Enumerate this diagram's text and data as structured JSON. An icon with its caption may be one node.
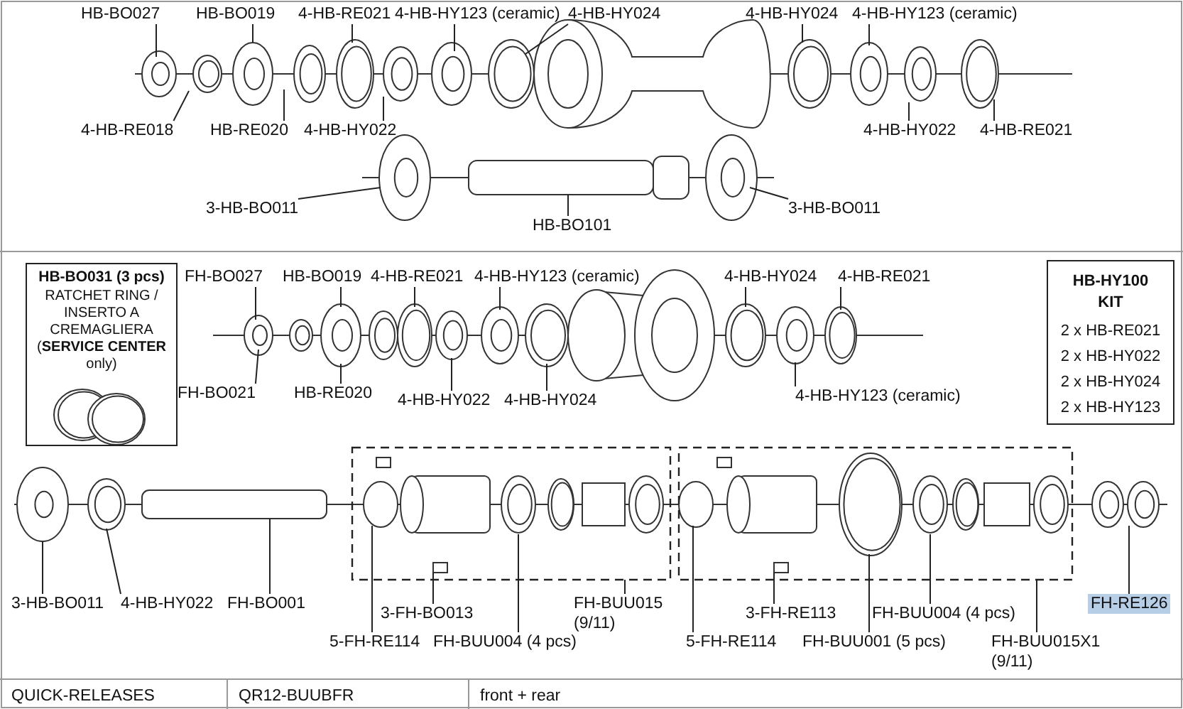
{
  "diagram": {
    "nodes": [
      {
        "text": [
          "HB-BO027"
        ]
      },
      {
        "text": [
          "HB-BO019"
        ]
      },
      {
        "text": [
          "4-HB-RE021"
        ]
      },
      {
        "text": [
          "4-HB-HY123 (ceramic)"
        ]
      },
      {
        "text": [
          "4-HB-HY024"
        ]
      },
      {
        "text": [
          "4-HB-HY024"
        ]
      },
      {
        "text": [
          "4-HB-HY123 (ceramic)"
        ]
      },
      {
        "text": [
          "4-HB-RE018"
        ]
      },
      {
        "text": [
          "HB-RE020"
        ]
      },
      {
        "text": [
          "4-HB-HY022"
        ]
      },
      {
        "text": [
          "4-HB-HY022"
        ]
      },
      {
        "text": [
          "4-HB-RE021"
        ]
      },
      {
        "text": [
          "3-HB-BO011"
        ]
      },
      {
        "text": [
          "HB-BO101"
        ]
      },
      {
        "text": [
          "3-HB-BO011"
        ]
      },
      {
        "text": [
          "HB-BO031 (3 pcs)",
          "RATCHET RING / INSERTO A CREMAGLIERA (**SERVICE CENTER** only)"
        ]
      },
      {
        "text": [
          "FH-BO027"
        ]
      },
      {
        "text": [
          "HB-BO019"
        ]
      },
      {
        "text": [
          "4-HB-RE021"
        ]
      },
      {
        "text": [
          "4-HB-HY123 (ceramic)"
        ]
      },
      {
        "text": [
          "4-HB-HY024"
        ]
      },
      {
        "text": [
          "4-HB-RE021"
        ]
      },
      {
        "text": [
          "FH-BO021"
        ]
      },
      {
        "text": [
          "HB-RE020"
        ]
      },
      {
        "text": [
          "4-HB-HY022"
        ]
      },
      {
        "text": [
          "4-HB-HY024"
        ]
      },
      {
        "text": [
          "4-HB-HY123 (ceramic)"
        ]
      },
      {
        "text": [
          "HB-HY100 KIT",
          "2 x HB-RE021",
          "2 x HB-HY022",
          "2 x HB-HY024",
          "2 x HB-HY123"
        ]
      },
      {
        "text": [],
        "shape": "box"
      },
      {
        "text": [],
        "shape": "box"
      },
      {
        "text": [
          "3-HB-BO011"
        ]
      },
      {
        "text": [
          "4-HB-HY022"
        ]
      },
      {
        "text": [
          "FH-BO001"
        ]
      },
      {
        "text": [
          "5-FH-RE114"
        ]
      },
      {
        "text": [
          "3-FH-BO013"
        ]
      },
      {
        "text": [
          "FH-BUU004 (4 pcs)"
        ]
      },
      {
        "text": [
          "FH-BUU015 (9/11)"
        ]
      },
      {
        "text": [
          "3-FH-RE113"
        ]
      },
      {
        "text": [
          "5-FH-RE114"
        ]
      },
      {
        "text": [
          "FH-BUU004 (4 pcs)"
        ]
      },
      {
        "text": [
          "FH-BUU001 (5 pcs)"
        ]
      },
      {
        "text": [
          "FH-BUU015X1 (9/11)"
        ]
      },
      {
        "text": [
          "FH-RE126"
        ]
      }
    ],
    "edges": [
      {
        "from": 0,
        "to": null,
        "arrow": "none"
      },
      {
        "from": 1,
        "to": null,
        "arrow": "none"
      },
      {
        "from": 2,
        "to": null,
        "arrow": "none"
      },
      {
        "from": 3,
        "to": null,
        "arrow": "none"
      },
      {
        "from": 4,
        "to": null,
        "arrow": "none"
      },
      {
        "from": 5,
        "to": null,
        "arrow": "none"
      },
      {
        "from": 6,
        "to": null,
        "arrow": "none"
      },
      {
        "from": 7,
        "to": null,
        "arrow": "none"
      },
      {
        "from": 8,
        "to": null,
        "arrow": "none"
      },
      {
        "from": 9,
        "to": null,
        "arrow": "none"
      },
      {
        "from": 10,
        "to": null,
        "arrow": "none"
      },
      {
        "from": 11,
        "to": null,
        "arrow": "none"
      },
      {
        "from": 12,
        "to": null,
        "arrow": "none"
      },
      {
        "from": 13,
        "to": null,
        "arrow": "none"
      },
      {
        "from": 14,
        "to": null,
        "arrow": "none"
      },
      {
        "from": 16,
        "to": null,
        "arrow": "none"
      },
      {
        "from": 17,
        "to": null,
        "arrow": "none"
      },
      {
        "from": 18,
        "to": null,
        "arrow": "none"
      },
      {
        "from": 19,
        "to": null,
        "arrow": "none"
      },
      {
        "from": 20,
        "to": null,
        "arrow": "none"
      },
      {
        "from": 21,
        "to": null,
        "arrow": "none"
      },
      {
        "from": 22,
        "to": null,
        "arrow": "none"
      },
      {
        "from": 23,
        "to": null,
        "arrow": "none"
      },
      {
        "from": 24,
        "to": null,
        "arrow": "none"
      },
      {
        "from": 25,
        "to": null,
        "arrow": "none"
      },
      {
        "from": 26,
        "to": null,
        "arrow": "none"
      },
      {
        "from": 30,
        "to": null,
        "arrow": "none"
      },
      {
        "from": 31,
        "to": null,
        "arrow": "none"
      },
      {
        "from": 32,
        "to": null,
        "arrow": "none"
      },
      {
        "from": 33,
        "to": 28,
        "arrow": "none"
      },
      {
        "from": 34,
        "to": 28,
        "arrow": "none"
      },
      {
        "from": 35,
        "to": 28,
        "arrow": "none"
      },
      {
        "from": 36,
        "to": 28,
        "arrow": "none"
      },
      {
        "from": 37,
        "to": 29,
        "arrow": "none"
      },
      {
        "from": 38,
        "to": 29,
        "arrow": "none"
      },
      {
        "from": 39,
        "to": 29,
        "arrow": "none"
      },
      {
        "from": 40,
        "to": 29,
        "arrow": "none"
      },
      {
        "from": 41,
        "to": 29,
        "arrow": "none"
      },
      {
        "from": 42,
        "to": null,
        "arrow": "none"
      }
    ],
    "labels": [
      "QUICK-RELEASES",
      "QR12-BUUBFR",
      "front + rear"
    ]
  }
}
